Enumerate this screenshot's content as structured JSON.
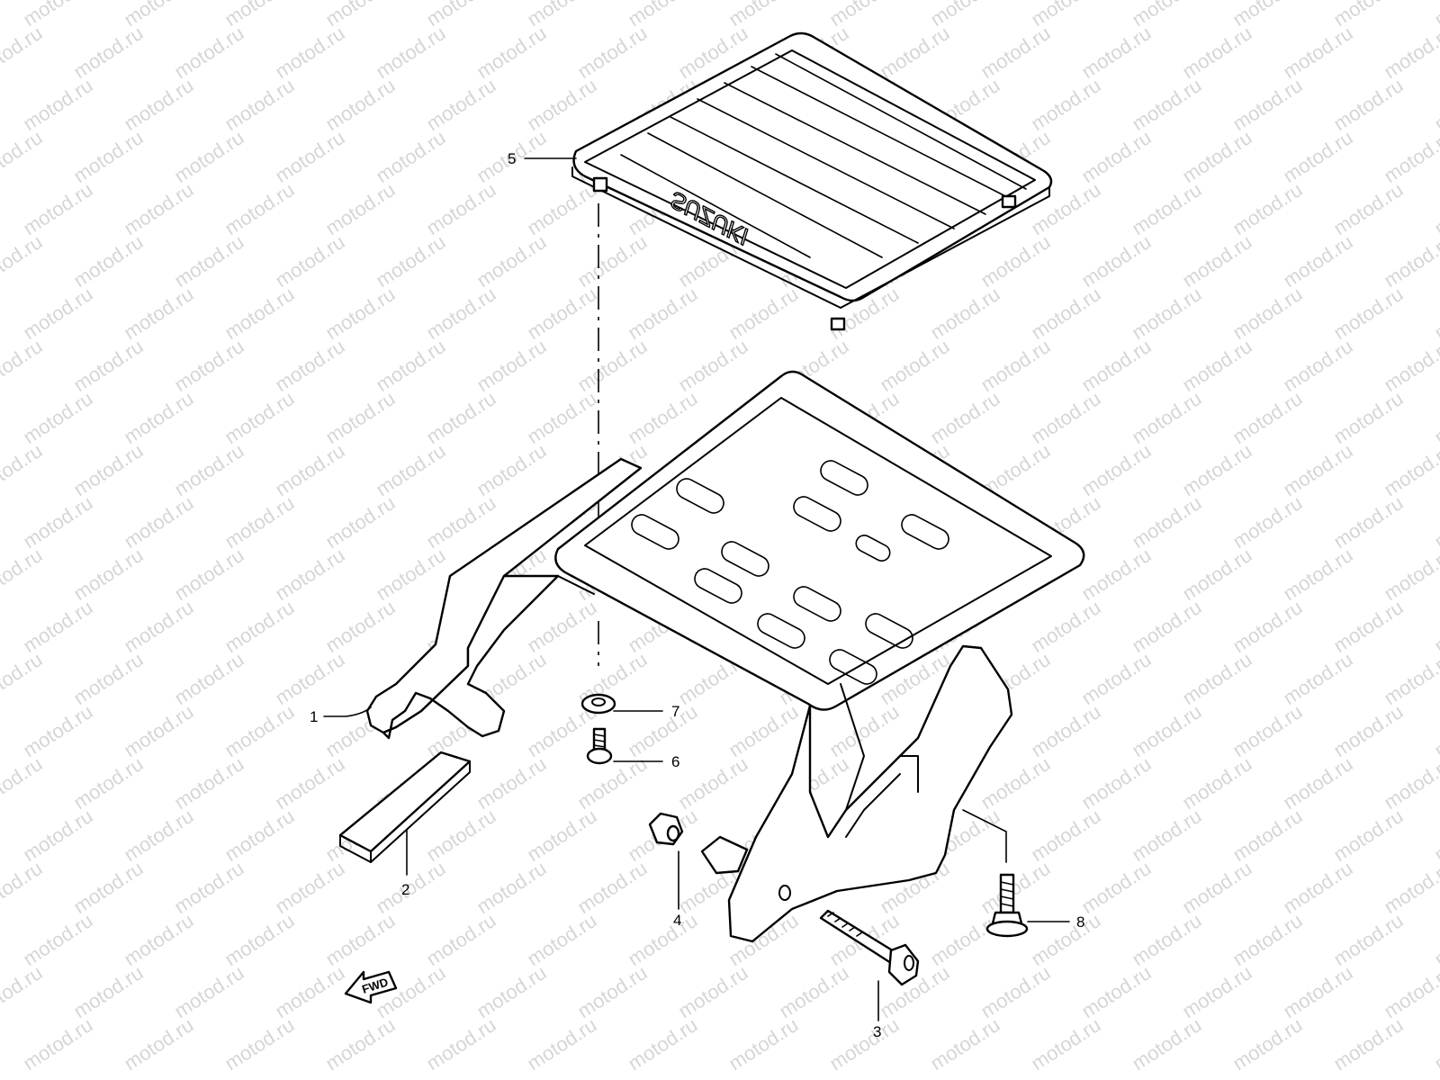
{
  "watermark": {
    "text": "motod.ru"
  },
  "brand_mark": {
    "text": "SUZUKI"
  },
  "fwd_arrow": {
    "label": "FWD"
  },
  "callouts": [
    {
      "number": "1",
      "part": "carrier"
    },
    {
      "number": "2",
      "part": "cushion pad"
    },
    {
      "number": "3",
      "part": "bolt"
    },
    {
      "number": "4",
      "part": "nut"
    },
    {
      "number": "5",
      "part": "carrier plate"
    },
    {
      "number": "6",
      "part": "screw"
    },
    {
      "number": "7",
      "part": "washer"
    },
    {
      "number": "8",
      "part": "bolt"
    }
  ]
}
